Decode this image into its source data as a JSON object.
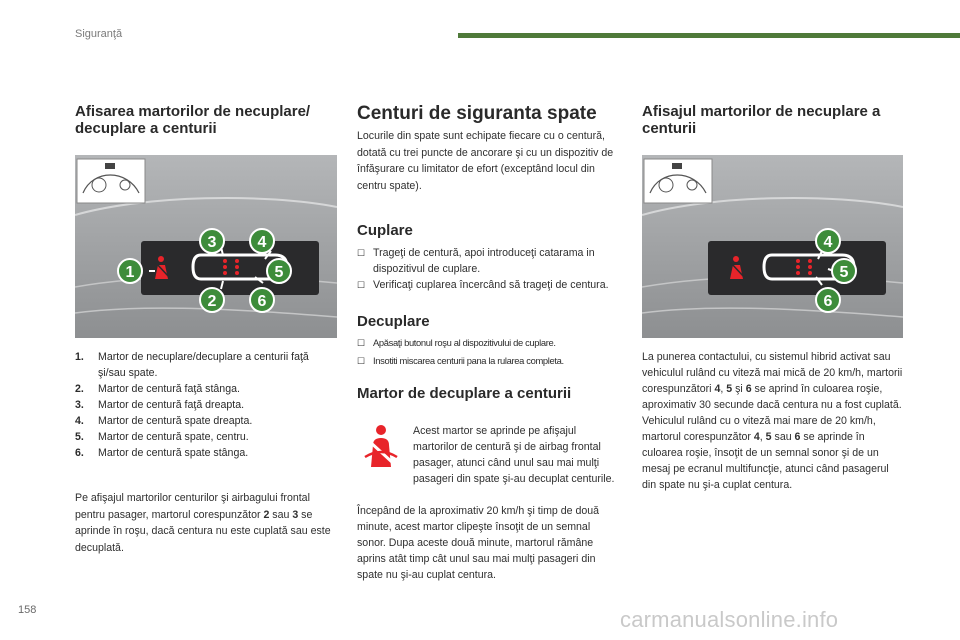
{
  "header": {
    "section": "Siguranţă",
    "page_number": "158"
  },
  "watermark": "carmanualsonline.info",
  "left_column": {
    "title": "Afisarea martorilor de necuplare/ decuplare a centurii",
    "figure": {
      "numbers": [
        "1",
        "2",
        "3",
        "4",
        "5",
        "6"
      ]
    },
    "items": [
      {
        "num": "1.",
        "text": "Martor de necuplare/decuplare a centurii faţă şi/sau spate."
      },
      {
        "num": "2.",
        "text": "Martor de centură faţă stânga."
      },
      {
        "num": "3.",
        "text": "Martor de centură faţă dreapta."
      },
      {
        "num": "4.",
        "text": "Martor de centură spate dreapta."
      },
      {
        "num": "5.",
        "text": "Martor de centură spate, centru."
      },
      {
        "num": "6.",
        "text": "Martor de centură spate stânga."
      }
    ],
    "paragraph": {
      "part1": "Pe afişajul martorilor centurilor şi airbagului frontal pentru pasager, martorul corespunzător ",
      "bold1": "2",
      "part2": " sau ",
      "bold2": "3",
      "part3": " se aprinde în roşu, dacă centura nu este cuplată sau este decuplată."
    }
  },
  "middle_column": {
    "title": "Centuri de siguranta spate",
    "intro": "Locurile din spate sunt echipate fiecare cu o centură, dotată cu trei puncte de ancorare şi cu un dispozitiv de înfăşurare cu limitator de efort (exceptând locul din centru spate).",
    "coupling": {
      "title": "Cuplare",
      "items": [
        "Trageţi de centură, apoi introduceţi catarama in dispozitivul de cuplare.",
        "Verificaţi cuplarea încercând să trageţi de centura."
      ]
    },
    "decoupling": {
      "title": "Decuplare",
      "items": [
        "Apăsaţi butonul roşu al dispozitivului de cuplare.",
        "Insotiti miscarea centurii pana la rularea completa."
      ]
    },
    "warning": {
      "title": "Martor de decuplare a centurii",
      "indented": "Acest martor se aprinde pe afişajul martorilor de centură şi de airbag frontal pasager, atunci când unul sau mai mulţi pasageri din spate şi-au decuplat centurile.",
      "rest": "Începând de la aproximativ 20 km/h şi timp de două minute, acest martor clipeşte însoţit de un semnal sonor. Dupa aceste două minute, martorul rămâne aprins atât timp cât unul sau mai mulţi pasageri din spate nu şi-au cuplat centura."
    }
  },
  "right_column": {
    "title": "Afisajul martorilor de necuplare a centurii",
    "figure": {
      "numbers": [
        "4",
        "5",
        "6"
      ]
    },
    "paragraph": [
      {
        "t": "La punerea contactului, cu sistemul hibrid activat sau vehiculul rulând cu viteză mai mică de 20 km/h, martorii corespunzători "
      },
      {
        "t": "4",
        "b": true
      },
      {
        "t": ", "
      },
      {
        "t": "5",
        "b": true
      },
      {
        "t": " şi "
      },
      {
        "t": "6",
        "b": true
      },
      {
        "t": " se aprind în culoarea roşie, aproximativ 30 secunde dacă centura nu a fost cuplată. Vehiculul rulând cu o viteză mai mare de 20 km/h, martorul corespunzător "
      },
      {
        "t": "4",
        "b": true
      },
      {
        "t": ", "
      },
      {
        "t": "5",
        "b": true
      },
      {
        "t": " sau "
      },
      {
        "t": "6",
        "b": true
      },
      {
        "t": " se aprinde în culoarea roşie, însoţit de un semnal sonor şi de un mesaj pe ecranul multifuncţie, atunci când pasagerul din spate nu şi-a cuplat centura."
      }
    ]
  },
  "colors": {
    "accent_green": "#4f7a3a",
    "badge_green": "#3d8c3a",
    "warning_red": "#e8242a",
    "figure_gray": "#9a9c9e"
  }
}
